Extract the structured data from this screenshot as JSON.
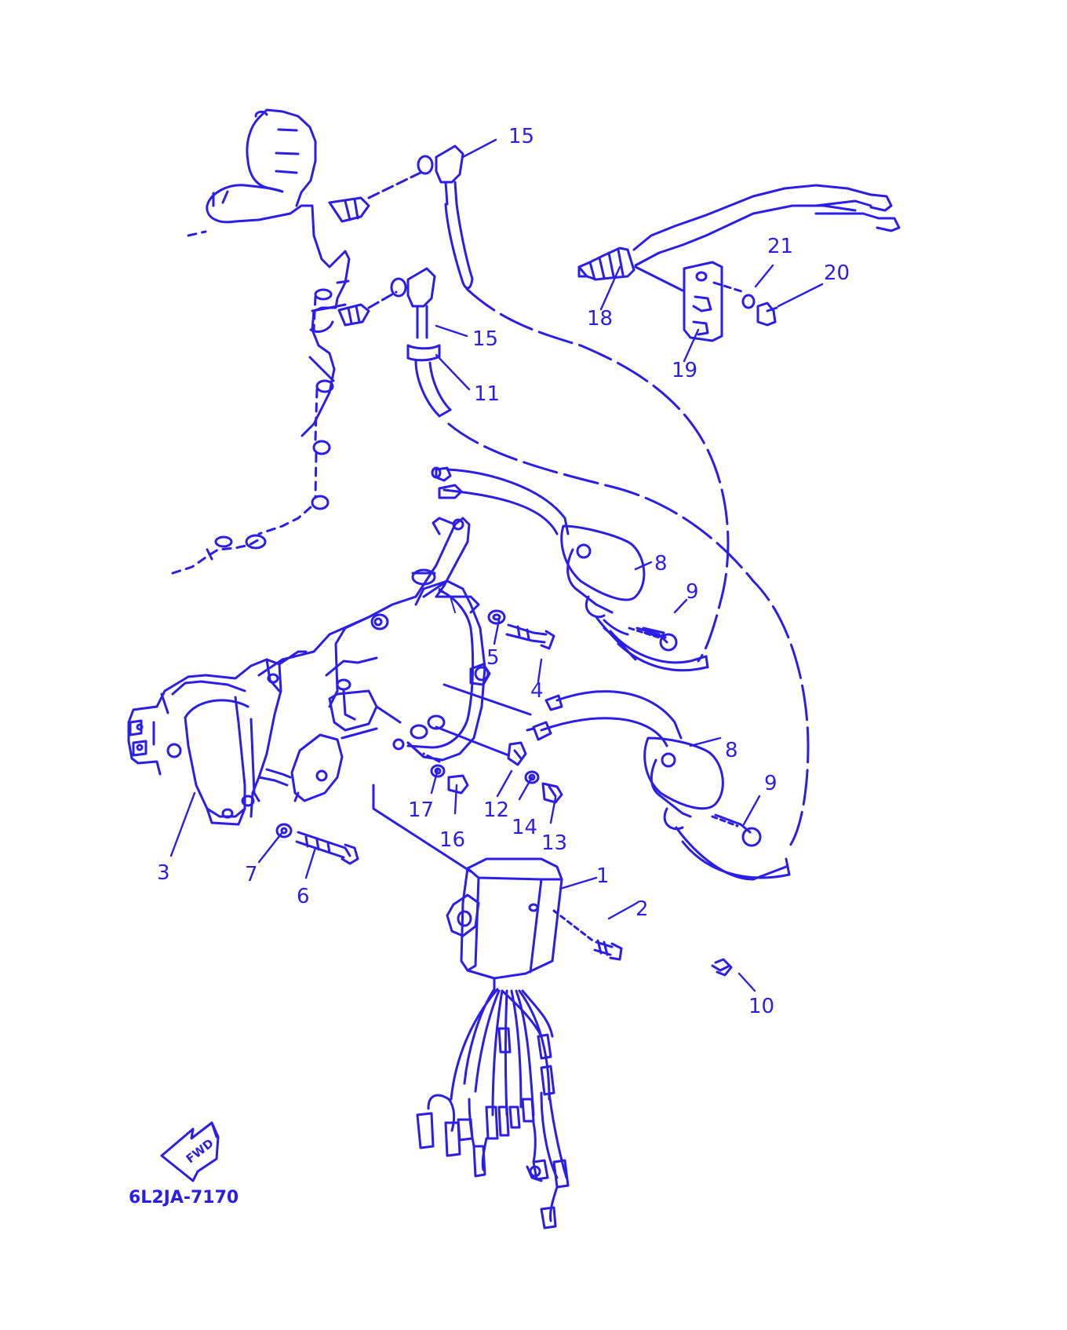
{
  "diagram": {
    "ink_color": "#2a1ee8",
    "background": "#ffffff",
    "part_labels": [
      {
        "id": "label-15a",
        "text": "15"
      },
      {
        "id": "label-15b",
        "text": "15"
      },
      {
        "id": "label-11",
        "text": "11"
      },
      {
        "id": "label-21",
        "text": "21"
      },
      {
        "id": "label-20",
        "text": "20"
      },
      {
        "id": "label-18",
        "text": "18"
      },
      {
        "id": "label-19",
        "text": "19"
      },
      {
        "id": "label-8a",
        "text": "8"
      },
      {
        "id": "label-9a",
        "text": "9"
      },
      {
        "id": "label-5",
        "text": "5"
      },
      {
        "id": "label-4",
        "text": "4"
      },
      {
        "id": "label-8b",
        "text": "8"
      },
      {
        "id": "label-9b",
        "text": "9"
      },
      {
        "id": "label-17",
        "text": "17"
      },
      {
        "id": "label-16",
        "text": "16"
      },
      {
        "id": "label-12",
        "text": "12"
      },
      {
        "id": "label-14",
        "text": "14"
      },
      {
        "id": "label-13",
        "text": "13"
      },
      {
        "id": "label-3",
        "text": "3"
      },
      {
        "id": "label-7",
        "text": "7"
      },
      {
        "id": "label-6",
        "text": "6"
      },
      {
        "id": "label-1",
        "text": "1"
      },
      {
        "id": "label-2",
        "text": "2"
      },
      {
        "id": "label-10",
        "text": "10"
      }
    ],
    "fwd_arrow_text": "FWD",
    "drawing_number": "6L2JA-7170"
  }
}
